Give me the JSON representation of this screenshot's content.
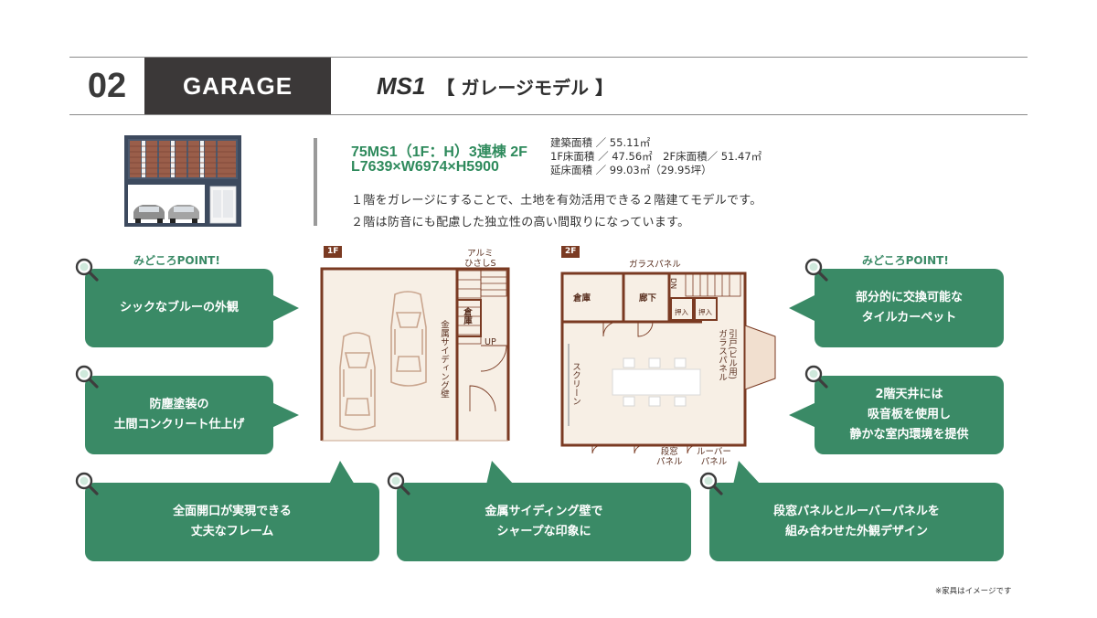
{
  "header": {
    "number": "02",
    "category": "GARAGE",
    "model_code": "MS1",
    "model_name": "【 ガレージモデル 】"
  },
  "spec": {
    "title_line1": "75MS1（1F：H）3連棟 2F",
    "title_line2": "L7639×W6974×H5900",
    "areas": [
      "建築面積 ／ 55.11㎡",
      "1F床面積 ／ 47.56㎡　2F床面積／ 51.47㎡",
      "延床面積 ／ 99.03㎡（29.95坪）"
    ],
    "description": [
      "１階をガレージにすることで、土地を有効活用できる２階建てモデルです。",
      "２階は防音にも配慮した独立性の高い間取りになっています。"
    ]
  },
  "points": {
    "left_label": "みどころPOINT!",
    "right_label": "みどころPOINT!",
    "left": [
      "シックなブルーの外観",
      "防塵塗装の\n土間コンクリート仕上げ"
    ],
    "right": [
      "部分的に交換可能な\nタイルカーペット",
      "2階天井には\n吸音板を使用し\n静かな室内環境を提供"
    ],
    "bottom": [
      "全面開口が実現できる\n丈夫なフレーム",
      "金属サイディング壁で\nシャープな印象に",
      "段窓パネルとルーバーパネルを\n組み合わせた外観デザイン"
    ]
  },
  "plan1f": {
    "tag": "1F",
    "aluminum_eave": "アルミ\nひさしS",
    "storage": "倉庫",
    "up": "UP",
    "wall": "金属サイディング壁"
  },
  "plan2f": {
    "tag": "2F",
    "glass_panel_top": "ガラスパネル",
    "storage": "倉庫",
    "corridor": "廊下",
    "dn": "DN",
    "closet1": "押入",
    "closet2": "押入",
    "sliding": "引戸(ビル用)\nガラスパネル",
    "screen": "スクリーン",
    "step_window": "段窓\nパネル",
    "louver": "ルーバー\nパネル"
  },
  "footnote": "※家具はイメージです",
  "colors": {
    "accent_green": "#3a8a66",
    "header_dark": "#3b3838",
    "plan_wall": "#7a3a22",
    "plan_floor": "#f7efe5"
  }
}
